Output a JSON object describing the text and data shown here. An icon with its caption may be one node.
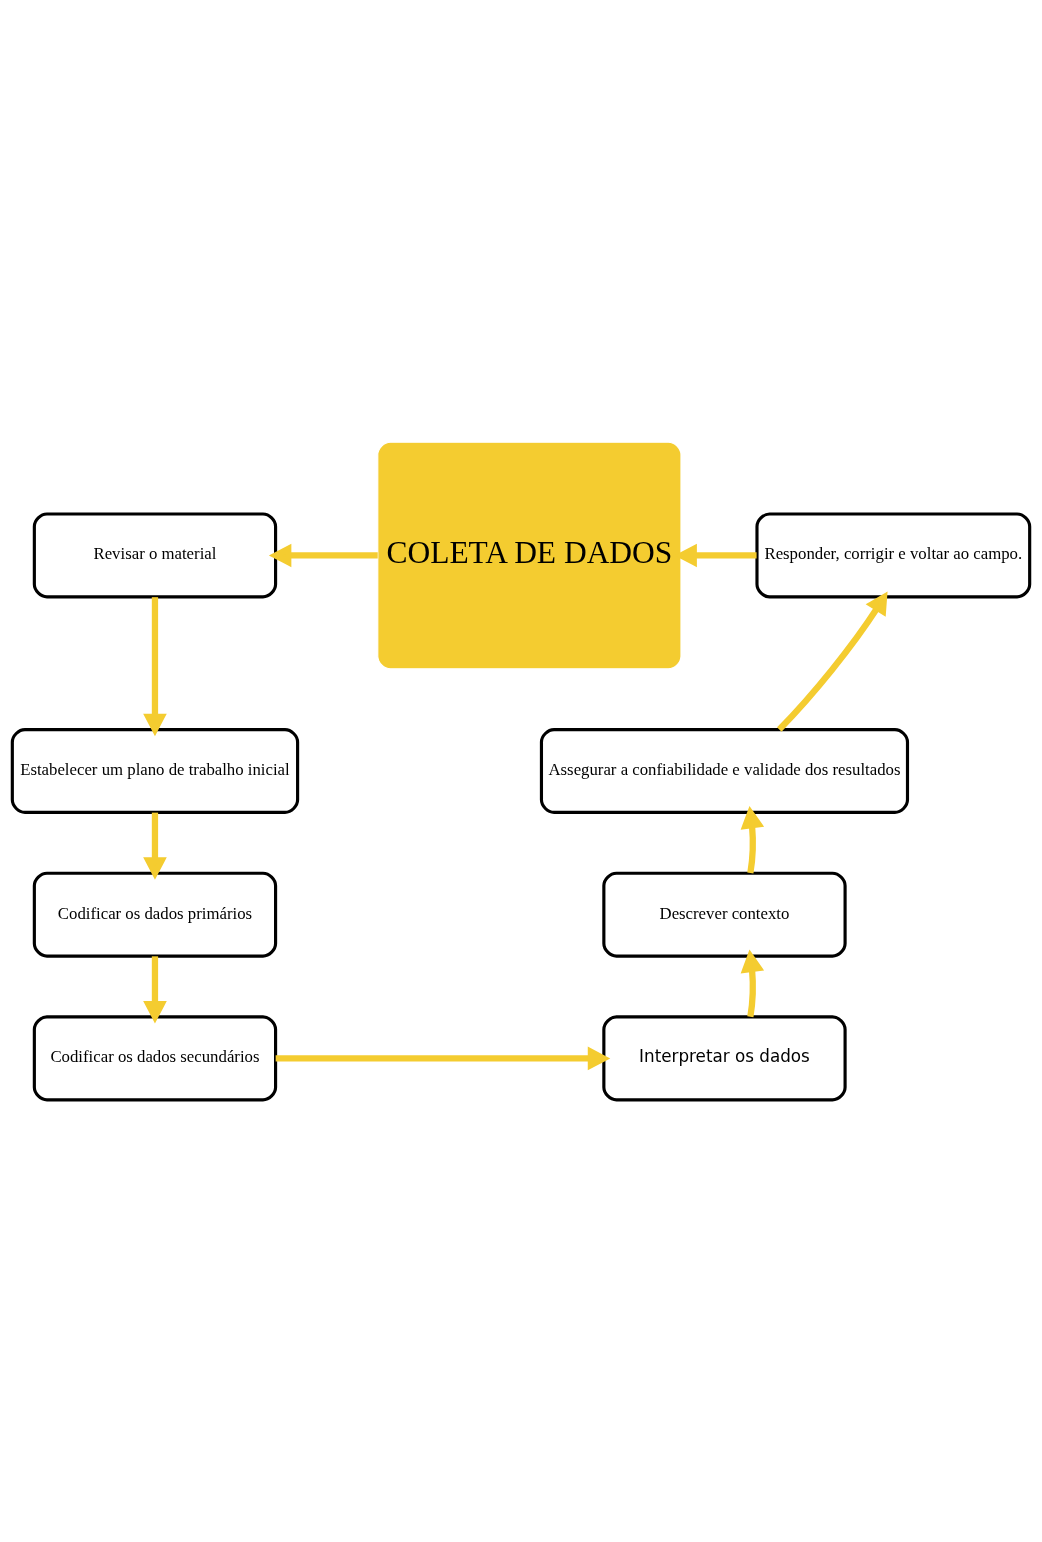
{
  "diagram": {
    "nodes": [
      {
        "text": [
          "Revisar o material"
        ]
      },
      {
        "text": [
          "Estabelecer um plano de trabalho inicial"
        ]
      },
      {
        "text": [
          "Codificar os dados primários"
        ]
      },
      {
        "text": [
          "Codificar os dados secundários"
        ]
      },
      {
        "text": [
          "COLETA DE DADOS"
        ]
      },
      {
        "text": [
          "Responder, corrigir e voltar ao campo."
        ]
      },
      {
        "text": [
          "Assegurar a confiabilidade e validade dos resultados"
        ]
      },
      {
        "text": [
          "Descrever contexto"
        ]
      },
      {
        "text": [
          "Interpretar os dados"
        ]
      }
    ],
    "edges": [
      {
        "from": 0,
        "to": 1,
        "arrow": "to"
      },
      {
        "from": 1,
        "to": 2,
        "arrow": "to"
      },
      {
        "from": 2,
        "to": 3,
        "arrow": "to"
      },
      {
        "from": 3,
        "to": 8,
        "arrow": "to"
      },
      {
        "from": 8,
        "to": 7,
        "arrow": "to"
      },
      {
        "from": 7,
        "to": 6,
        "arrow": "to"
      },
      {
        "from": 6,
        "to": 5,
        "arrow": "to"
      },
      {
        "from": 5,
        "to": 4,
        "arrow": "to"
      },
      {
        "from": 4,
        "to": 0,
        "arrow": "to"
      }
    ]
  }
}
